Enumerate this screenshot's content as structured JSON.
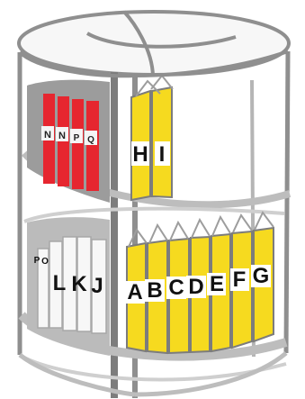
{
  "illustration": {
    "top_shelf": {
      "red_binder_labels": [
        "N",
        "N",
        "P",
        "Q"
      ],
      "yellow_binder_labels": [
        "H",
        "I"
      ]
    },
    "bottom_shelf": {
      "white_binder_labels": [
        "P",
        "O",
        "L",
        "K",
        "J"
      ],
      "yellow_binder_labels": [
        "A",
        "B",
        "C",
        "D",
        "E",
        "F",
        "G"
      ]
    }
  },
  "colors": {
    "frame_stroke": "#8f8f8f",
    "frame_fill": "#f4f4f4",
    "red_binder": "#e6262f",
    "yellow_binder": "#f6da1f",
    "white_binder": "#f7f7f7",
    "grey_shadow": "#9c9c9c"
  },
  "icons": {
    "main_visual": "rotating-binder-carousel-icon"
  }
}
